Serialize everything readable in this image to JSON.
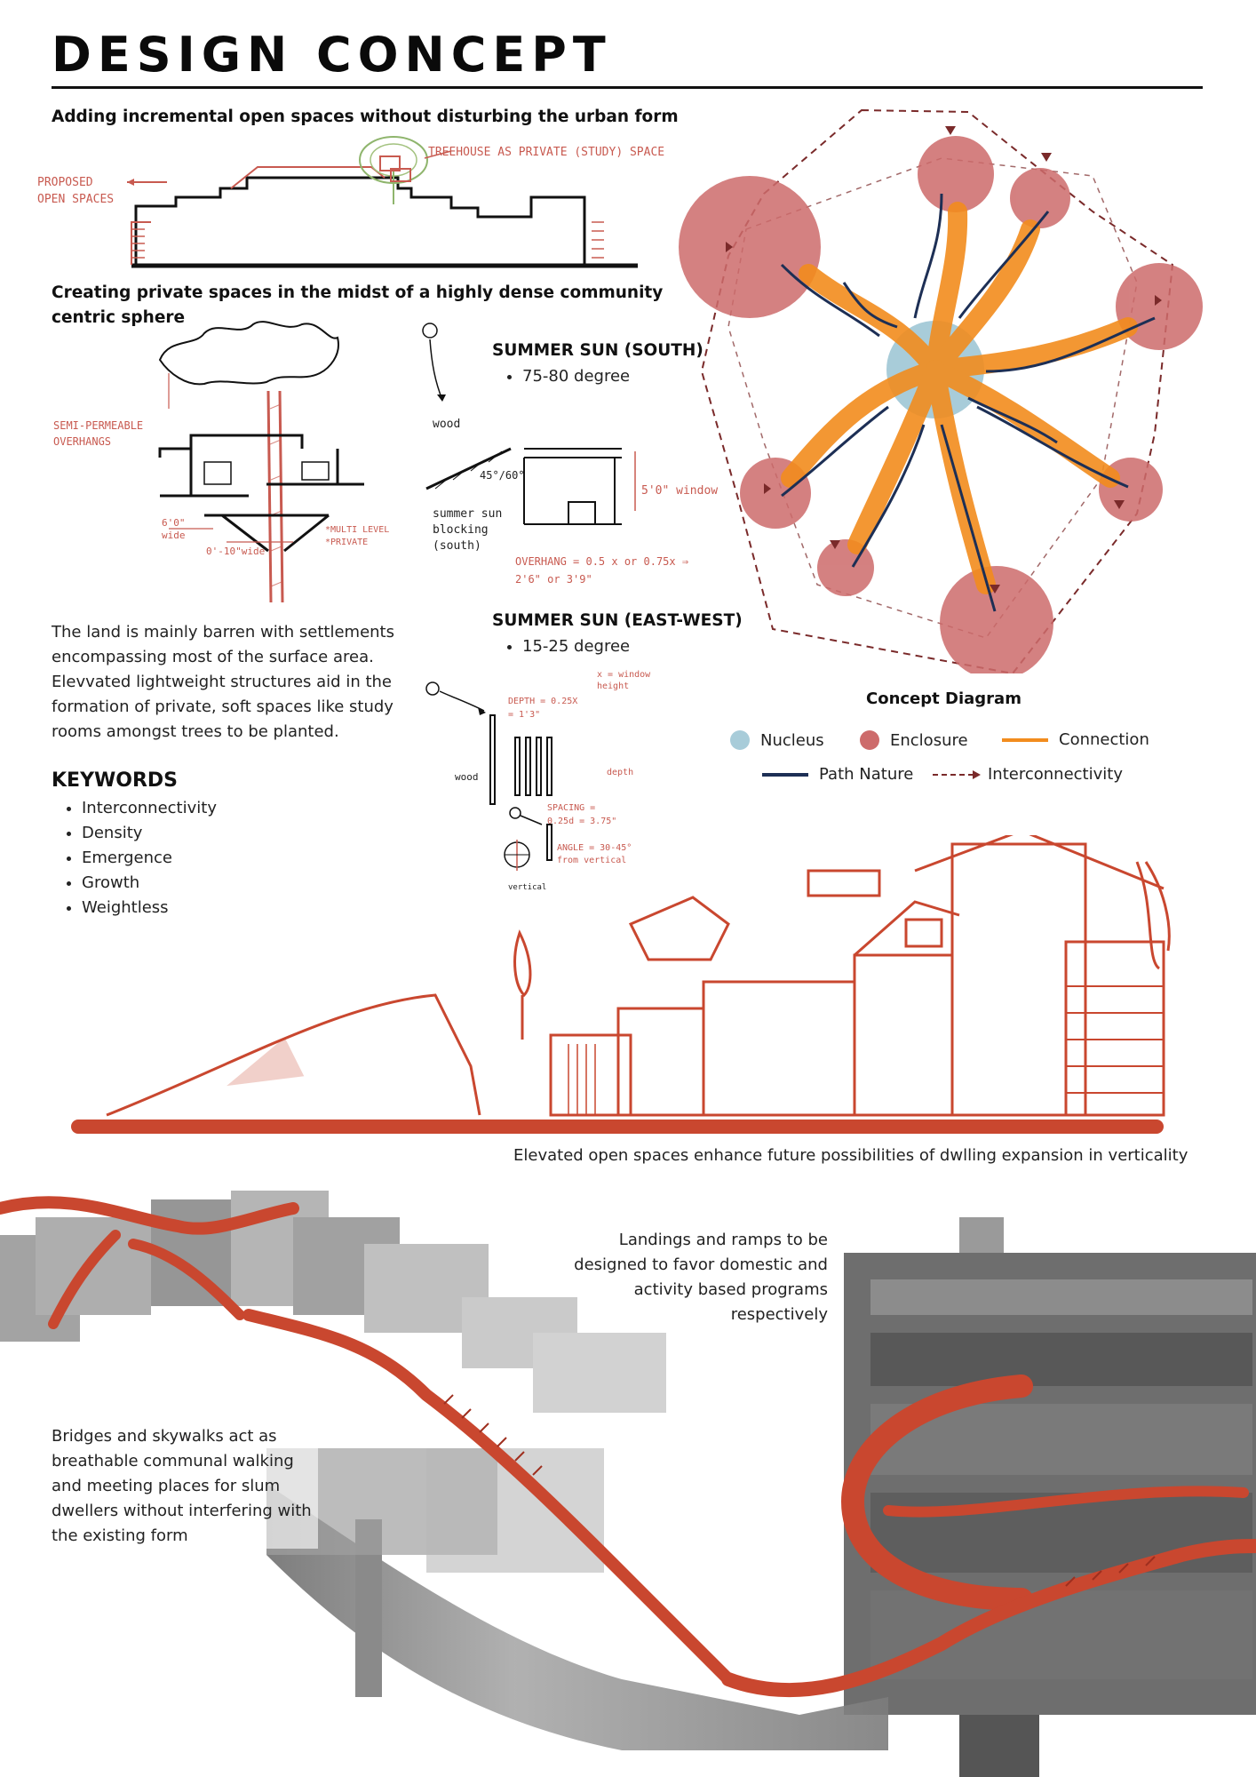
{
  "title": "DESIGN CONCEPT",
  "section1_heading": "Adding incremental open spaces without disturbing the urban form",
  "sketch1": {
    "label_left": "PROPOSED OPEN SPACES",
    "label_top": "TREEHOUSE AS PRIVATE (STUDY) SPACE"
  },
  "section2_heading": "Creating private spaces in the midst of a highly dense community centric sphere",
  "sketch2": {
    "label_overhangs": "SEMI-PERMEABLE OVERHANGS",
    "dim_a": "6'0\" wide",
    "dim_b": "0'-10\"wide",
    "note": "*MULTI LEVEL *PRIVATE"
  },
  "sun_south": {
    "title": "SUMMER SUN (SOUTH)",
    "bullet": "75-80 degree",
    "sketch_wood": "wood",
    "sketch_angle": "45°/60°",
    "sketch_block": "summer sun blocking (south)",
    "sketch_window": "5'0\" window",
    "sketch_overhang": "OVERHANG = 0.5 x or 0.75x ⇒ 2'6\" or 3'9\""
  },
  "sun_east_west": {
    "title": "SUMMER SUN (EAST-WEST)",
    "bullet": "15-25 degree",
    "sketch_x": "x = window height",
    "sketch_depth": "DEPTH = 0.25X = 1'3\"",
    "sketch_wood": "wood",
    "sketch_depth2": "depth",
    "sketch_spacing": "SPACING = 0.25d = 3.75\"",
    "sketch_angle": "ANGLE = 30-45° from vertical",
    "sketch_vertical": "vertical"
  },
  "land_paragraph": "The land is mainly barren with settlements encompassing most of the surface area. Elevvated lightweight structures aid in the formation of private, soft spaces like study rooms amongst trees to be planted.",
  "keywords": {
    "title": "KEYWORDS",
    "items": [
      "Interconnectivity",
      "Density",
      "Emergence",
      "Growth",
      "Weightless"
    ]
  },
  "concept_diagram": {
    "title": "Concept Diagram",
    "legend": [
      {
        "label": "Nucleus",
        "symbol": "dot",
        "color": "#a8ccd9"
      },
      {
        "label": "Enclosure",
        "symbol": "dot",
        "color": "#cd6b6b"
      },
      {
        "label": "Connection",
        "symbol": "line",
        "color": "#f28c1e"
      },
      {
        "label": "Path Nature",
        "symbol": "line",
        "color": "#1d2f55"
      },
      {
        "label": "Interconnectivity",
        "symbol": "dashed-arrow",
        "color": "#7a2a2a"
      }
    ]
  },
  "elevation_caption": "Elevated open spaces enhance future possibilities of dwlling expansion in verticality",
  "landings_text": "Landings and ramps to be designed to favor domestic and activity based programs respectively",
  "bridges_text": "Bridges and skywalks act as breathable communal walking and meeting places for slum dwellers without interfering with the existing form",
  "colors": {
    "accent_red": "#c9472f",
    "sketch_red": "#c85a50",
    "nucleus": "#a8ccd9",
    "enclosure": "#cd6b6b",
    "connection": "#f28c1e",
    "path": "#1d2f55"
  }
}
